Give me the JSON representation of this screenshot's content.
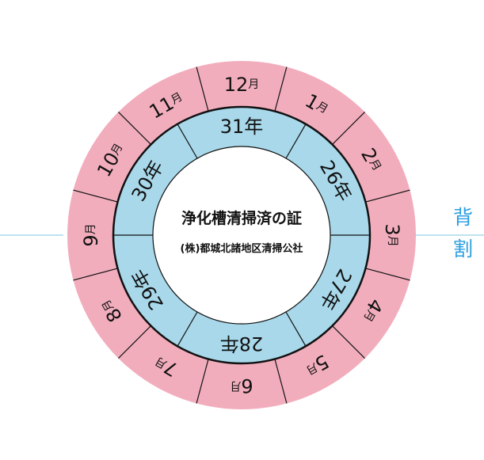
{
  "center": {
    "title": "浄化槽清掃済の証",
    "subtitle": "(株)都城北諸地区清掃公社"
  },
  "months": [
    "12",
    "1",
    "2",
    "3",
    "4",
    "5",
    "6",
    "7",
    "8",
    "9",
    "10",
    "11"
  ],
  "month_suffix": "月",
  "years": [
    "31",
    "26",
    "27",
    "28",
    "29",
    "30"
  ],
  "year_suffix": "年",
  "side_label": [
    "背",
    "割"
  ],
  "colors": {
    "pink": "#f2adbd",
    "blue": "#a8d8ea",
    "accent": "#2a9de0",
    "line": "#a8d8ea"
  }
}
